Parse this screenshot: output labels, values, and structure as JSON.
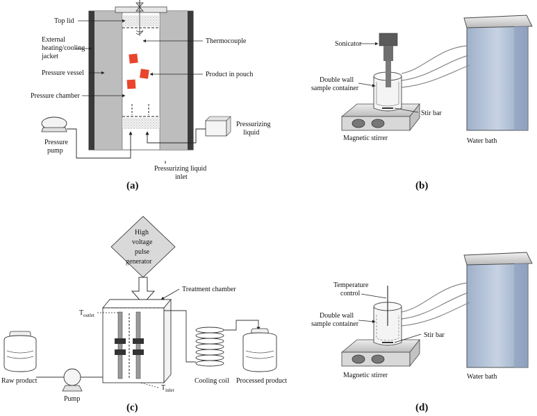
{
  "panels": {
    "a": {
      "caption": "(a)",
      "labels": {
        "top_lid": "Top lid",
        "jacket": [
          "External",
          "heating/cooling",
          "jacket"
        ],
        "vessel": "Pressure vessel",
        "chamber": "Pressure chamber",
        "thermocouple": "Thermocouple",
        "product": "Product in pouch",
        "pump": [
          "Pressure",
          "pump"
        ],
        "liquid": [
          "Pressurizing",
          "liquid"
        ],
        "inlet": [
          "Pressurizing liquid",
          "inlet"
        ]
      },
      "colors": {
        "product": "#e8452c",
        "wall": "#bdbdbd",
        "wall_dark": "#3a3a3a"
      }
    },
    "b": {
      "caption": "(b)",
      "labels": {
        "sonicator": "Sonicator",
        "container": [
          "Double wall",
          "sample container"
        ],
        "stir_bar": "Stir bar",
        "stirrer": "Magnetic stirrer",
        "bath": "Water bath"
      }
    },
    "c": {
      "caption": "(c)",
      "labels": {
        "generator": [
          "High",
          "voltage",
          "pulse",
          "generator"
        ],
        "treatment": "Treatment chamber",
        "t_outlet": "T",
        "t_outlet_sub": "outlet",
        "t_inlet": "T",
        "t_inlet_sub": "inlet",
        "raw": "Raw product",
        "pump": "Pump",
        "coil": "Cooling coil",
        "processed": "Processed product"
      }
    },
    "d": {
      "caption": "(d)",
      "labels": {
        "temp": [
          "Temperature",
          "control"
        ],
        "container": [
          "Double wall",
          "sample container"
        ],
        "stir_bar": "Stir bar",
        "stirrer": "Magnetic stirrer",
        "bath": "Water bath"
      }
    }
  }
}
